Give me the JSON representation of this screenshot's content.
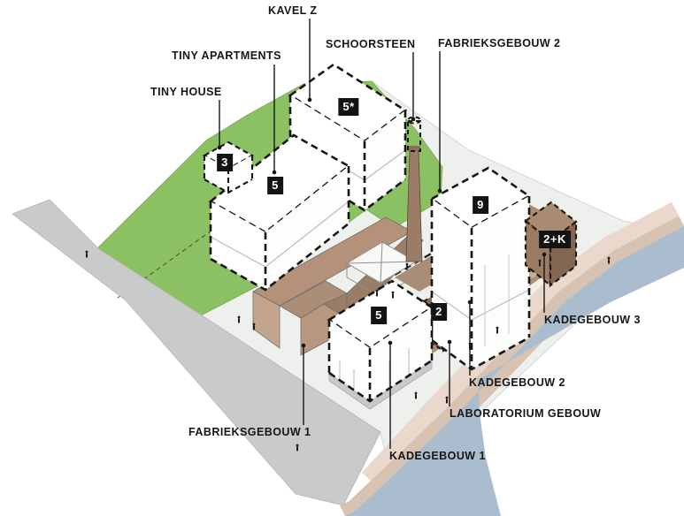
{
  "diagram": {
    "title_present": false,
    "labels": [
      {
        "id": "kavel-z",
        "text": "KAVEL Z"
      },
      {
        "id": "schoorsteen",
        "text": "SCHOORSTEEN"
      },
      {
        "id": "fabrieksgebouw-2",
        "text": "FABRIEKSGEBOUW 2"
      },
      {
        "id": "tiny-apartments",
        "text": "TINY APARTMENTS"
      },
      {
        "id": "tiny-house",
        "text": "TINY HOUSE"
      },
      {
        "id": "kadegebouw-3",
        "text": "KADEGEBOUW 3"
      },
      {
        "id": "kadegebouw-2",
        "text": "KADEGEBOUW 2"
      },
      {
        "id": "laboratorium-gebouw",
        "text": "LABORATORIUM GEBOUW"
      },
      {
        "id": "kadegebouw-1",
        "text": "KADEGEBOUW 1"
      },
      {
        "id": "fabrieksgebouw-1",
        "text": "FABRIEKSGEBOUW 1"
      }
    ],
    "badges": [
      {
        "id": "tiny-house-floors",
        "value": "3"
      },
      {
        "id": "tiny-apartments-floors",
        "value": "5"
      },
      {
        "id": "kavel-z-floors",
        "value": "5*"
      },
      {
        "id": "fabrieksgebouw-2-floors",
        "value": "9"
      },
      {
        "id": "kadegebouw-3-floors",
        "value": "2+K"
      },
      {
        "id": "laboratorium-floors",
        "value": "2"
      },
      {
        "id": "kadegebouw-1-floors",
        "value": "5"
      }
    ],
    "colors": {
      "grass": "#8bc063",
      "road": "#c8cbc9",
      "paving": "#eef0ee",
      "water": "#a9bdce",
      "shore": "#d8c2b2",
      "quay_walk": "#e9d8cb",
      "brown_roof": "#b39279",
      "brown_dark": "#9b7c66",
      "ground_strip": "#ab8c74",
      "badge_bg": "#131313",
      "line": "#161616"
    }
  }
}
